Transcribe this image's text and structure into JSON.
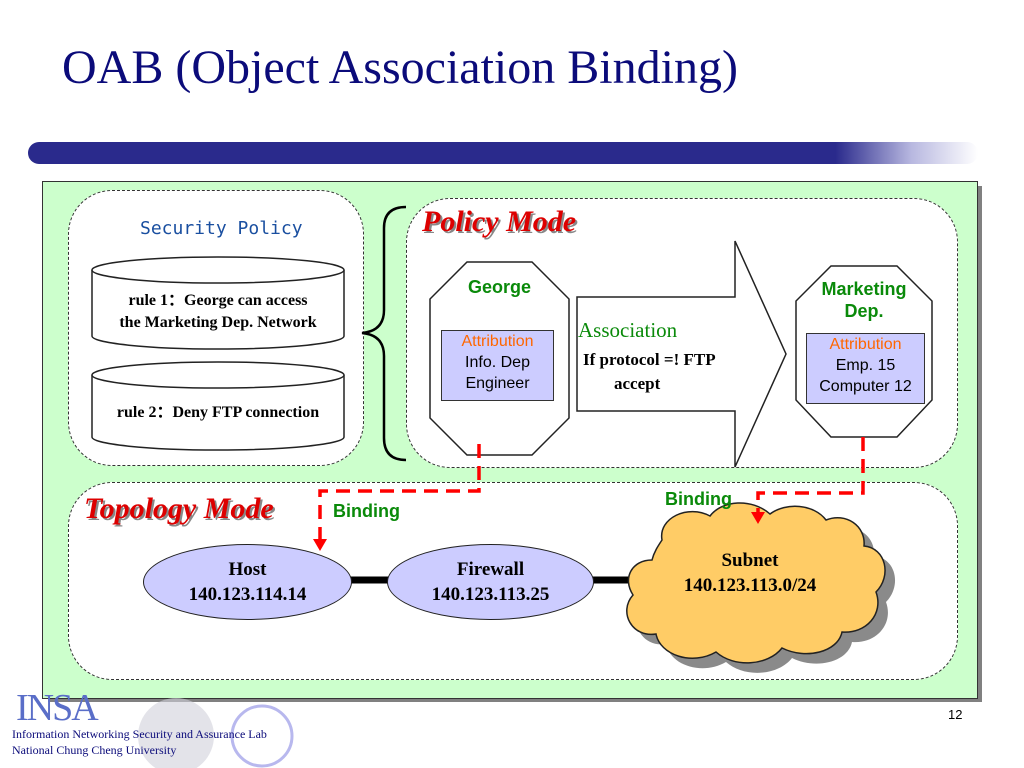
{
  "slide": {
    "title": "OAB (Object Association Binding)",
    "page_number": "12"
  },
  "security_policy": {
    "title": "Security Policy",
    "rules": [
      {
        "line1": "rule 1：George can access",
        "line2": "the Marketing Dep. Network"
      },
      {
        "line1": "rule 2：Deny FTP connection",
        "line2": ""
      }
    ]
  },
  "policy_mode": {
    "label": "Policy Mode",
    "subject": {
      "name": "George",
      "attribution_label": "Attribution",
      "attr_line1": "Info. Dep",
      "attr_line2": "Engineer"
    },
    "association": {
      "label": "Association",
      "line1": "If protocol =! FTP",
      "line2": "accept"
    },
    "object": {
      "name_line1": "Marketing",
      "name_line2": "Dep.",
      "attribution_label": "Attribution",
      "attr_line1": "Emp. 15",
      "attr_line2": "Computer 12"
    }
  },
  "topology_mode": {
    "label": "Topology Mode",
    "binding_left": "Binding",
    "binding_right": "Binding",
    "host": {
      "name": "Host",
      "ip": "140.123.114.14"
    },
    "firewall": {
      "name": "Firewall",
      "ip": "140.123.113.25"
    },
    "subnet": {
      "name": "Subnet",
      "ip": "140.123.113.0/24"
    }
  },
  "footer": {
    "logo": "INSA",
    "line1": "Information Networking Security and Assurance Lab",
    "line2": "National Chung Cheng University"
  },
  "colors": {
    "title": "#0b0b7a",
    "frame_bg": "#ccffcc",
    "mode_label": "#dd0000",
    "green_label": "#0a8a0a",
    "attribution_head": "#ff6600",
    "node_fill": "#ccccff",
    "cloud_fill": "#ffcc66",
    "binding_line": "#ff0000"
  }
}
